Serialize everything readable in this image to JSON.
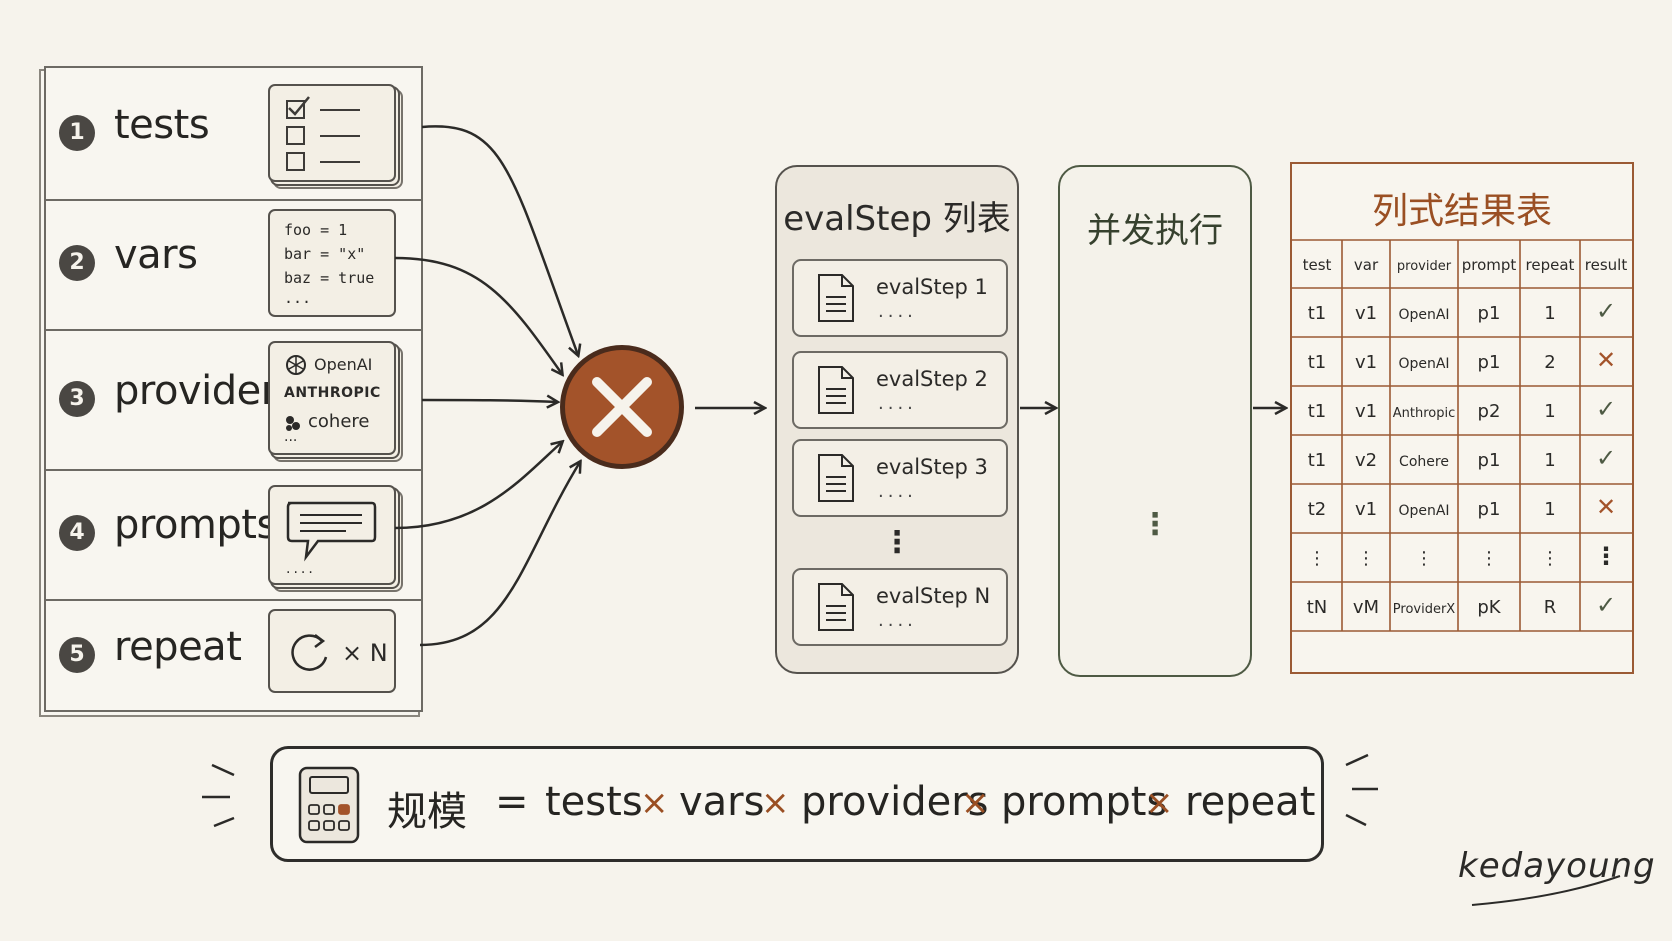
{
  "inputs": [
    {
      "num": "1",
      "label": "tests"
    },
    {
      "num": "2",
      "label": "vars",
      "lines": [
        "foo = 1",
        "bar = \"x\"",
        "baz = true",
        "..."
      ]
    },
    {
      "num": "3",
      "label": "providers",
      "lines": [
        "OpenAI",
        "ANTHROPIC",
        "cohere",
        "..."
      ]
    },
    {
      "num": "4",
      "label": "prompts",
      "dots": "...."
    },
    {
      "num": "5",
      "label": "repeat",
      "repeat_text": "× N"
    }
  ],
  "multiplier_symbol": "×",
  "eval_steps": {
    "title": "evalStep 列表",
    "items": [
      {
        "name": "evalStep 1",
        "dots": "...."
      },
      {
        "name": "evalStep 2",
        "dots": "...."
      },
      {
        "name": "evalStep 3",
        "dots": "...."
      },
      {
        "name": "evalStep N",
        "dots": "...."
      }
    ],
    "ellipsis": "⋮"
  },
  "parallel": {
    "title": "并发执行",
    "ellipsis": "⋮"
  },
  "results": {
    "title": "列式结果表",
    "headers": [
      "test",
      "var",
      "provider",
      "prompt",
      "repeat",
      "result"
    ],
    "rows": [
      [
        "t1",
        "v1",
        "OpenAI",
        "p1",
        "1",
        "✓"
      ],
      [
        "t1",
        "v1",
        "OpenAI",
        "p1",
        "2",
        "✕"
      ],
      [
        "t1",
        "v1",
        "Anthropic",
        "p2",
        "1",
        "✓"
      ],
      [
        "t1",
        "v2",
        "Cohere",
        "p1",
        "1",
        "✓"
      ],
      [
        "t2",
        "v1",
        "OpenAI",
        "p1",
        "1",
        "✕"
      ],
      [
        "⋮",
        "⋮",
        "⋮",
        "⋮",
        "⋮",
        "⋮"
      ],
      [
        "tN",
        "vM",
        "ProviderX",
        "pK",
        "R",
        "✓"
      ]
    ]
  },
  "formula": {
    "label": "规模",
    "equals": "=",
    "terms": [
      "tests",
      "vars",
      "providers",
      "prompts",
      "repeat"
    ],
    "op": "×"
  },
  "signature": "kedayoung",
  "colors": {
    "accent": "#a3532a",
    "check": "#4e5a44",
    "cross": "#a3532a",
    "background": "#f6f3ec"
  }
}
